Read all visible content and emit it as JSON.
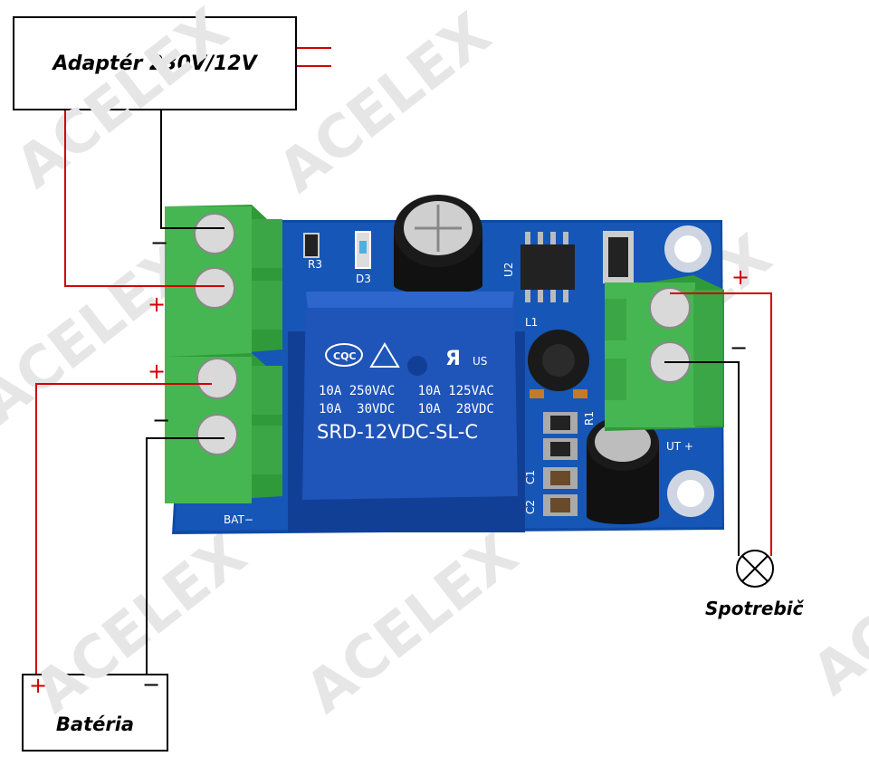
{
  "adapter_label": "Adaptér 230V/12V",
  "battery_label": "Batéria",
  "load_label": "Spotrebič",
  "watermark_text": "ACELEX",
  "signs": {
    "adapter_minus": "−",
    "adapter_plus": "+",
    "bat_in_plus": "+",
    "bat_in_minus": "−",
    "out_plus": "+",
    "out_minus": "−",
    "battery_plus": "+",
    "battery_minus": "−"
  },
  "board": {
    "relay_line1": "10A 250VAC   10A 125VAC",
    "relay_line2": "10A  30VDC   10A  28VDC",
    "relay_model": "SRD-12VDC-SL-C",
    "relay_cert": "CQC",
    "relay_cert2": "US",
    "silk_r3": "R3",
    "silk_d3": "D3",
    "silk_u2": "U2",
    "silk_l1": "L1",
    "silk_r1": "R1",
    "silk_c1": "C1",
    "silk_c2": "C2",
    "silk_bat": "BAT−",
    "silk_out": "UT +"
  },
  "colors": {
    "wire_red": "#d00000",
    "wire_black": "#000000",
    "pcb_blue": "#0d4aa6",
    "terminal_green": "#3fae4a",
    "relay_blue": "#1f54b8"
  }
}
